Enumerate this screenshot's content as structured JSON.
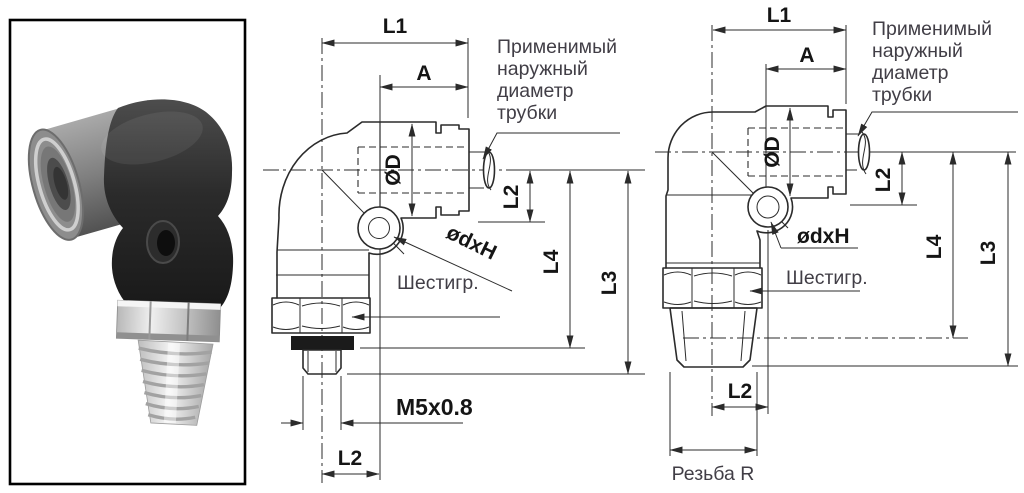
{
  "dim_labels": {
    "l1": "L1",
    "a": "A",
    "od": "ØD",
    "l2": "L2",
    "l4": "L4",
    "l3": "L3",
    "odxh": "ødxH",
    "m5_thread": "M5x0.8"
  },
  "annotations": {
    "tube_note_line1": "Применимый",
    "tube_note_line2": "наружный",
    "tube_note_line3": "диаметр",
    "tube_note_line4": "трубки",
    "hex_label": "Шестигр.",
    "r_thread_label": "Резьба R"
  },
  "colors": {
    "drawing_line": "#2b2b2b",
    "dim_text": "#151515",
    "annotation_text": "#413e46",
    "photo_border": "#000000",
    "gasket_fill": "#1b1b1b",
    "background": "#ffffff"
  }
}
